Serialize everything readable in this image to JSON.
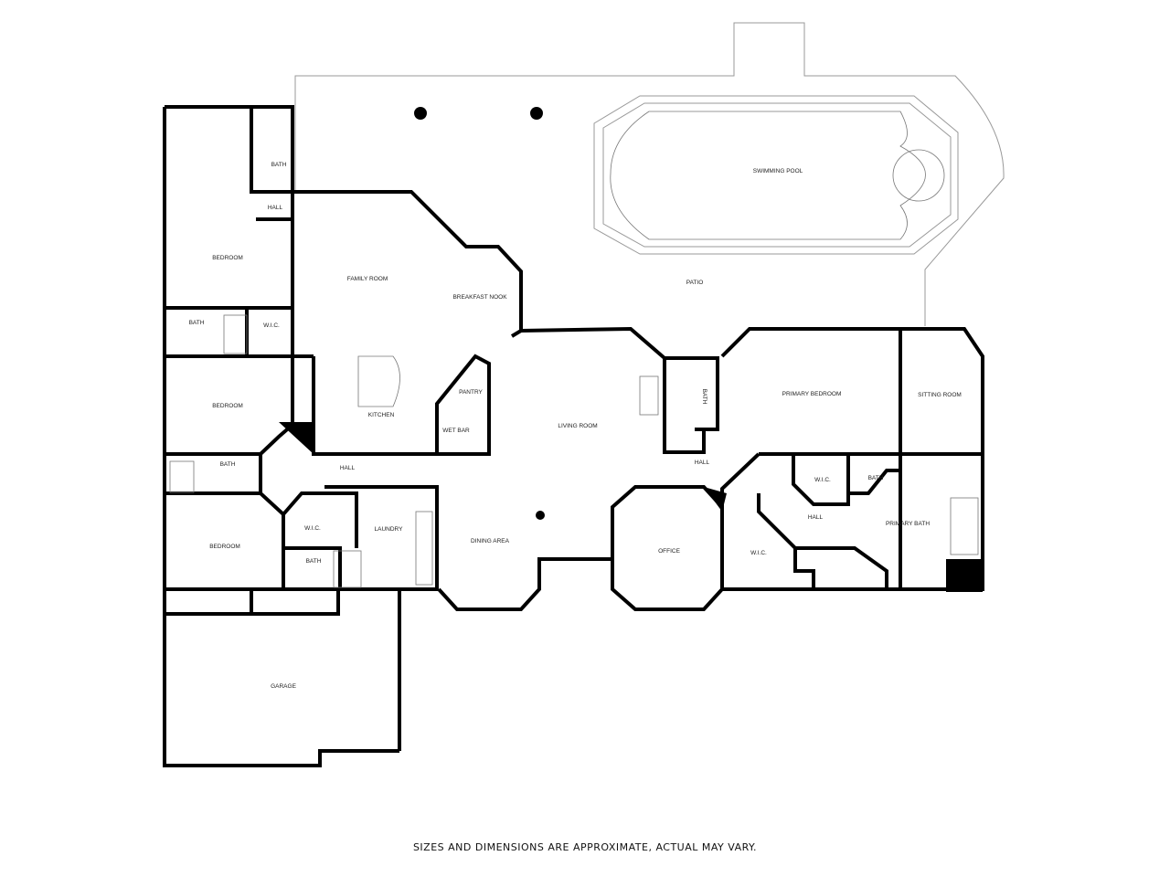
{
  "rooms": {
    "swimming_pool": "SWIMMING POOL",
    "patio": "PATIO",
    "bedroom_1": "BEDROOM",
    "bath_1": "BATH",
    "hall_1": "HALL",
    "family_room": "FAMILY ROOM",
    "breakfast_nook": "BREAKFAST NOOK",
    "bath_2": "BATH",
    "wic_1": "W.I.C.",
    "bedroom_2": "BEDROOM",
    "kitchen": "KITCHEN",
    "pantry": "PANTRY",
    "wet_bar": "WET BAR",
    "living_room": "LIVING ROOM",
    "bath_3": "BATH",
    "hall_2": "HALL",
    "bedroom_3": "BEDROOM",
    "wic_2": "W.I.C.",
    "laundry": "LAUNDRY",
    "bath_4": "BATH",
    "dining_area": "DINING AREA",
    "garage": "GARAGE",
    "bath_5": "BATH",
    "hall_3": "HALL",
    "office": "OFFICE",
    "primary_bedroom": "PRIMARY BEDROOM",
    "sitting_room": "SITTING ROOM",
    "wic_3": "W.I.C.",
    "bath_6": "BATH",
    "hall_4": "HALL",
    "wic_4": "W.I.C.",
    "primary_bath": "PRIMARY BATH"
  },
  "disclaimer": "SIZES AND DIMENSIONS ARE APPROXIMATE, ACTUAL MAY VARY."
}
